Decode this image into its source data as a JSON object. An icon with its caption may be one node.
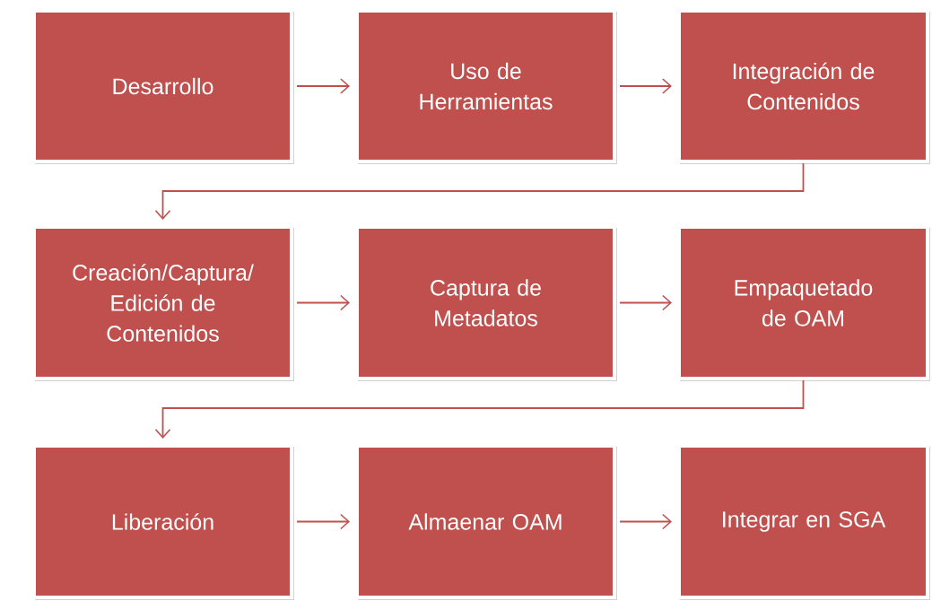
{
  "diagram": {
    "nodes": [
      {
        "text": [
          "Desarrollo"
        ]
      },
      {
        "text": [
          "Uso de Herramientas"
        ]
      },
      {
        "text": [
          "Integración de Contenidos"
        ]
      },
      {
        "text": [
          "Creación/Captura/ Edición de Contenidos"
        ]
      },
      {
        "text": [
          "Captura de Metadatos"
        ]
      },
      {
        "text": [
          "Empaquetado de OAM"
        ]
      },
      {
        "text": [
          "Liberación"
        ]
      },
      {
        "text": [
          "Almaenar OAM"
        ]
      },
      {
        "text": [
          "Integrar en SGA"
        ]
      }
    ],
    "edges": [
      {
        "from": 0,
        "to": 1,
        "arrow": "to"
      },
      {
        "from": 1,
        "to": 2,
        "arrow": "to"
      },
      {
        "from": 2,
        "to": 3,
        "arrow": "to"
      },
      {
        "from": 3,
        "to": 4,
        "arrow": "to"
      },
      {
        "from": 4,
        "to": 5,
        "arrow": "to"
      },
      {
        "from": 5,
        "to": 6,
        "arrow": "to"
      },
      {
        "from": 6,
        "to": 7,
        "arrow": "to"
      },
      {
        "from": 7,
        "to": 8,
        "arrow": "to"
      }
    ]
  }
}
